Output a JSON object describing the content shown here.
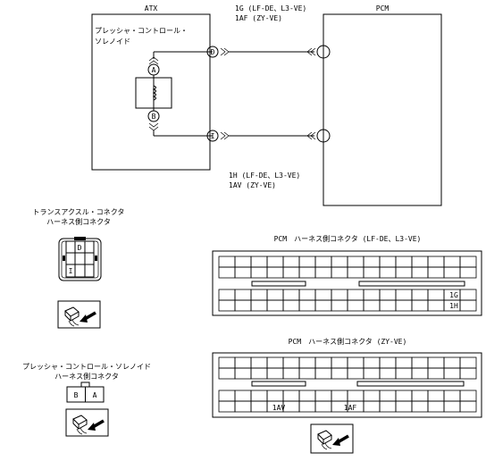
{
  "wiring": {
    "atx_label": "ATX",
    "pcm_label": "PCM",
    "solenoid_label_line1": "プレッシャ・コントロール・",
    "solenoid_label_line2": "ソレノイド",
    "top_wire_line1": "1G (LF-DE、L3-VE)",
    "top_wire_line2": "1AF (ZY-VE)",
    "bottom_wire_line1": "1H (LF-DE、L3-VE)",
    "bottom_wire_line2": "1AV (ZY-VE)",
    "terminals": {
      "a": "A",
      "b": "B",
      "d": "D",
      "i": "I"
    }
  },
  "transaxle_connector": {
    "title_line1": "トランスアクスル・コネクタ",
    "title_line2": "ハーネス側コネクタ",
    "pin_d": "D",
    "pin_i": "I"
  },
  "solenoid_connector": {
    "title_line1": "プレッシャ・コントロール・ソレノイド",
    "title_line2": "ハーネス側コネクタ",
    "pin_b": "B",
    "pin_a": "A"
  },
  "pcm_connector_lf": {
    "title": "PCM　ハーネス側コネクタ (LF-DE、L3-VE)",
    "pin_1g": "1G",
    "pin_1h": "1H"
  },
  "pcm_connector_zy": {
    "title": "PCM　ハーネス側コネクタ (ZY-VE)",
    "pin_1av": "1AV",
    "pin_1af": "1AF"
  },
  "icons": [
    "connector-plug-icon",
    "connector-plug-icon",
    "connector-plug-icon"
  ]
}
